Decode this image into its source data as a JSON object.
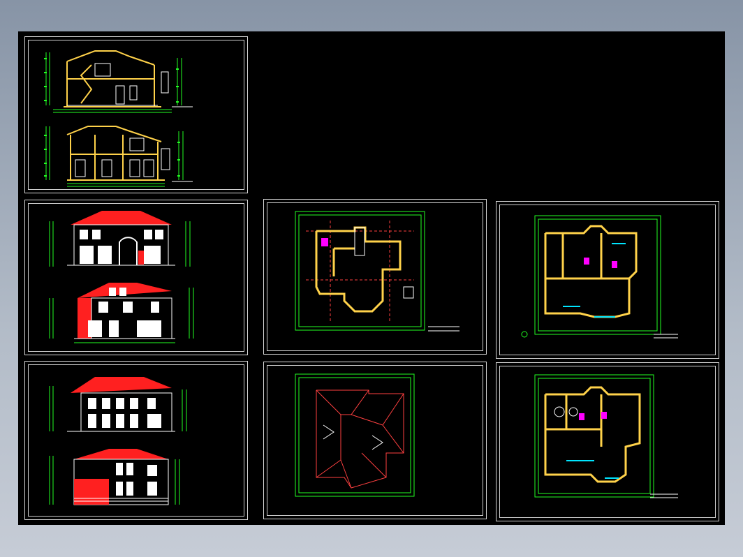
{
  "app": {
    "title": "",
    "theme_colors": {
      "window_background": "#8d98a8",
      "model_space": "#000000",
      "sheet_border": "#d8d8d8",
      "wall": "#ffd24a",
      "dimension": "#22ff22",
      "roof": "#ff2020",
      "line": "#ffffff",
      "accent_cyan": "#00e5ff",
      "accent_magenta": "#ff00ff"
    }
  },
  "sheets": [
    {
      "id": "sections",
      "kind": "sections"
    },
    {
      "id": "elevations-front",
      "kind": "elevations-a"
    },
    {
      "id": "elevations-side",
      "kind": "elevations-b"
    },
    {
      "id": "plan-ground",
      "kind": "plan-a"
    },
    {
      "id": "plan-upper",
      "kind": "plan-b"
    },
    {
      "id": "plan-roof",
      "kind": "roof"
    },
    {
      "id": "plan-first",
      "kind": "plan-c"
    }
  ]
}
